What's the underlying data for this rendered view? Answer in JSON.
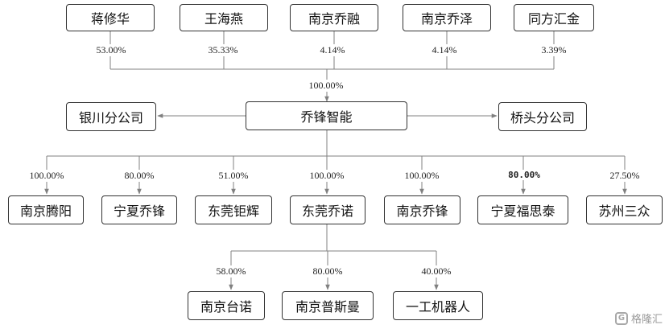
{
  "shareholders": [
    {
      "name": "蒋修华",
      "pct": "53.00%"
    },
    {
      "name": "王海燕",
      "pct": "35.33%"
    },
    {
      "name": "南京乔融",
      "pct": "4.14%"
    },
    {
      "name": "南京乔泽",
      "pct": "4.14%"
    },
    {
      "name": "同方汇金",
      "pct": "3.39%"
    }
  ],
  "company": {
    "name": "乔锋智能",
    "pct": "100.00%"
  },
  "branches": [
    {
      "name": "银川分公司"
    },
    {
      "name": "桥头分公司"
    }
  ],
  "subsidiaries": [
    {
      "name": "南京腾阳",
      "pct": "100.00%"
    },
    {
      "name": "宁夏乔锋",
      "pct": "80.00%"
    },
    {
      "name": "东莞钜辉",
      "pct": "51.00%"
    },
    {
      "name": "东莞乔诺",
      "pct": "100.00%"
    },
    {
      "name": "南京乔锋",
      "pct": "100.00%"
    },
    {
      "name": "宁夏福思泰",
      "pct": "80.00%"
    },
    {
      "name": "苏州三众",
      "pct": "27.50%"
    }
  ],
  "sub_subsidiaries": [
    {
      "name": "南京台诺",
      "pct": "58.00%"
    },
    {
      "name": "南京普斯曼",
      "pct": "80.00%"
    },
    {
      "name": "一工机器人",
      "pct": "40.00%"
    }
  ],
  "watermark": {
    "icon": "G",
    "text": "格隆汇"
  },
  "colors": {
    "line": "#808080",
    "border": "#333333"
  }
}
